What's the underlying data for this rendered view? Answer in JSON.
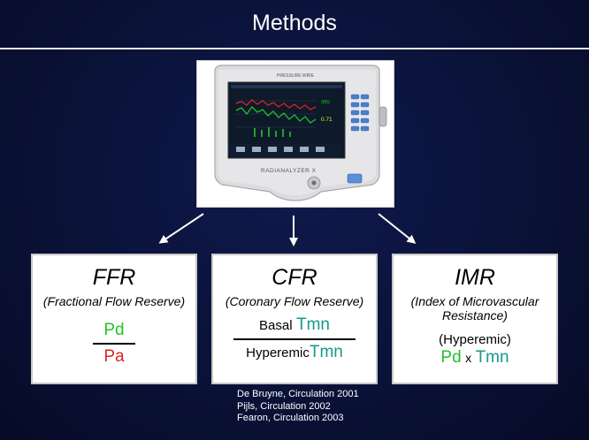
{
  "title": "Methods",
  "monitor": {
    "brand": "PRESSURE WIRE",
    "model": "RADIANALYZER X",
    "val_top": "(85)",
    "val_ratio": "0.71",
    "colors": {
      "bezel": "#d9d9dc",
      "screen": "#0e1a2a",
      "green": "#22c22a",
      "red": "#e02020",
      "blue_btn": "#4a7fd0"
    }
  },
  "boxes": {
    "ffr": {
      "title": "FFR",
      "subtitle": "(Fractional Flow Reserve)",
      "numerator": "Pd",
      "denominator": "Pa"
    },
    "cfr": {
      "title": "CFR",
      "subtitle": "(Coronary Flow Reserve)",
      "num_label": "Basal",
      "num_value": "Tmn",
      "den_label": "Hyperemic",
      "den_value": "Tmn"
    },
    "imr": {
      "title": "IMR",
      "subtitle_line1": "(Index of Microvascular",
      "subtitle_line2": "Resistance)",
      "condition": "(Hyperemic)",
      "term1": "Pd",
      "operator": "x",
      "term2": "Tmn"
    }
  },
  "references": [
    "De Bruyne, Circulation 2001",
    "Pijls, Circulation 2002",
    "Fearon, Circulation 2003"
  ],
  "colors": {
    "pd": "#22c22a",
    "pa": "#e02020",
    "tmn": "#159a8e"
  }
}
